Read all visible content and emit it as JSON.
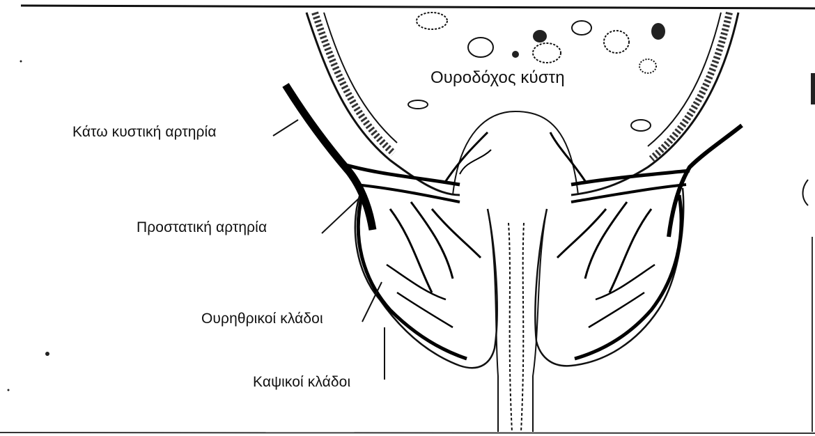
{
  "labels": {
    "bladder": "Ουροδόχος κύστη",
    "inferior_vesical_artery": "Κάτω κυστική αρτηρία",
    "prostatic_artery": "Προστατική αρτηρία",
    "urethral_branches": "Ουρηθρικοί κλάδοι",
    "capsular_branches": "Καψικοί κλάδοι"
  },
  "colors": {
    "ink": "#111111",
    "background": "#ffffff"
  }
}
